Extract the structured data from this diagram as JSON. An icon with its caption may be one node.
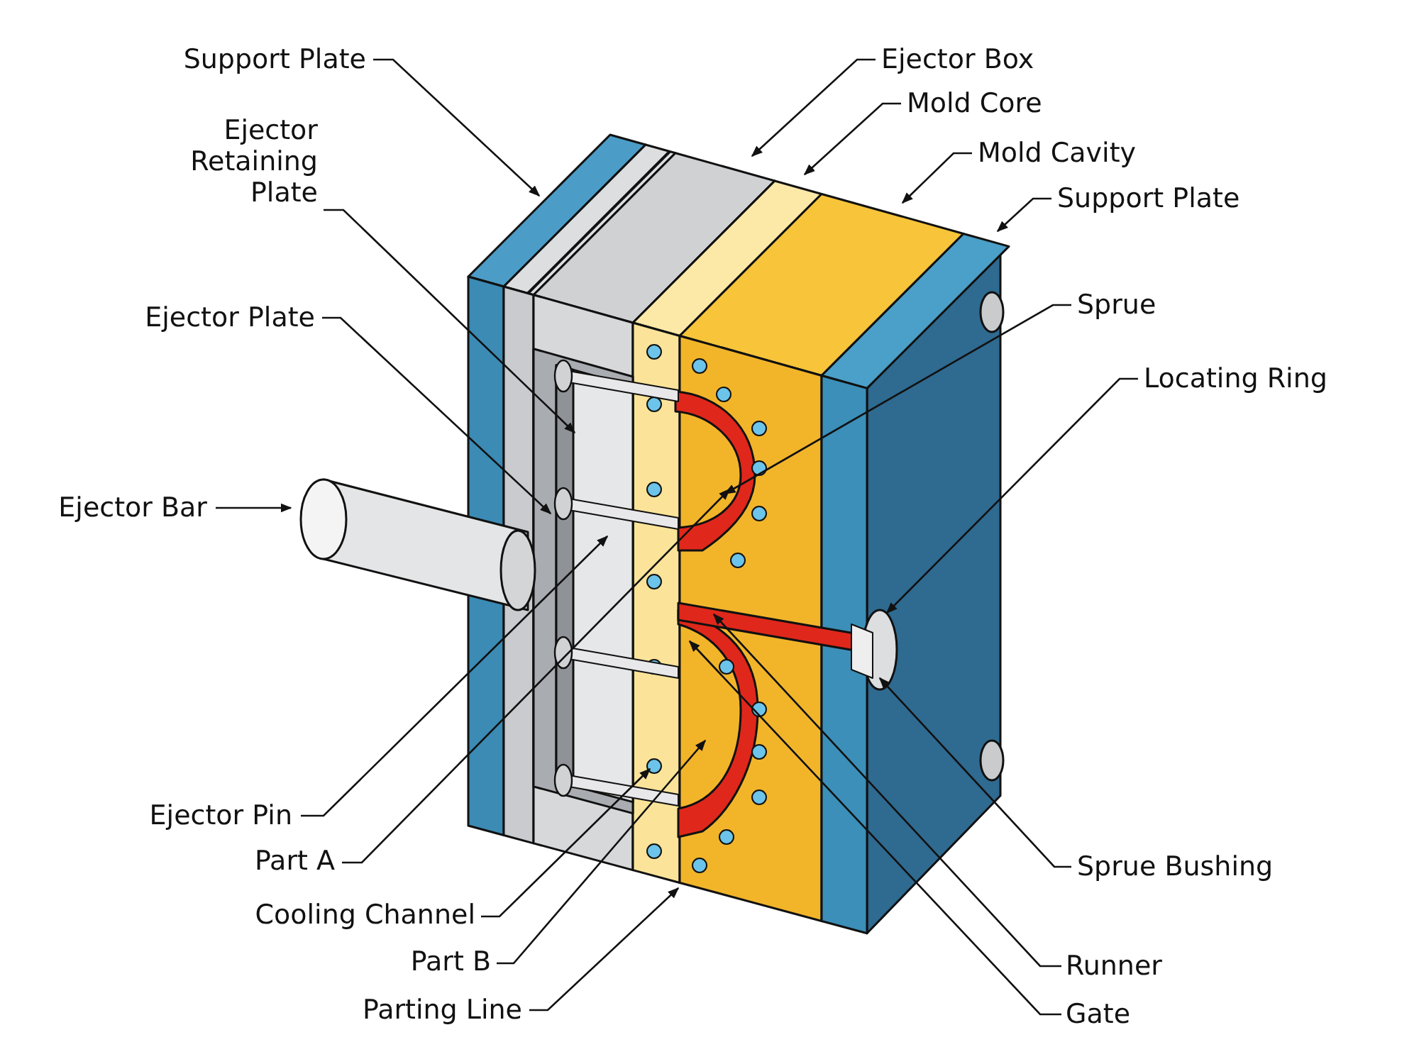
{
  "diagram": {
    "nodes": [
      {
        "text": [
          "Support Plate"
        ]
      },
      {
        "text": [
          "Ejector Box"
        ]
      },
      {
        "text": [
          "Mold Core"
        ]
      },
      {
        "text": [
          "Mold Cavity"
        ]
      },
      {
        "text": [
          "Ejector Retaining Plate"
        ]
      },
      {
        "text": [
          "Support Plate"
        ]
      },
      {
        "text": [
          "Sprue"
        ]
      },
      {
        "text": [
          "Ejector Plate"
        ]
      },
      {
        "text": [
          "Locating Ring"
        ]
      },
      {
        "text": [
          "Ejector Bar"
        ]
      },
      {
        "text": [
          "Ejector Pin"
        ]
      },
      {
        "text": [
          "Part A"
        ]
      },
      {
        "text": [
          "Sprue Bushing"
        ]
      },
      {
        "text": [
          "Cooling Channel"
        ]
      },
      {
        "text": [
          "Part B"
        ]
      },
      {
        "text": [
          "Runner"
        ]
      },
      {
        "text": [
          "Parting Line"
        ]
      },
      {
        "text": [
          "Gate"
        ]
      }
    ],
    "edges": [
      {
        "from": 0,
        "to": null,
        "arrow": "to"
      },
      {
        "from": 1,
        "to": null,
        "arrow": "to"
      },
      {
        "from": 2,
        "to": null,
        "arrow": "to"
      },
      {
        "from": 3,
        "to": null,
        "arrow": "to"
      },
      {
        "from": 4,
        "to": null,
        "arrow": "to"
      },
      {
        "from": 5,
        "to": null,
        "arrow": "to"
      },
      {
        "from": 6,
        "to": null,
        "arrow": "to"
      },
      {
        "from": 7,
        "to": null,
        "arrow": "to"
      },
      {
        "from": 8,
        "to": null,
        "arrow": "to"
      },
      {
        "from": 9,
        "to": null,
        "arrow": "to"
      },
      {
        "from": 10,
        "to": null,
        "arrow": "to"
      },
      {
        "from": 11,
        "to": null,
        "arrow": "to"
      },
      {
        "from": 12,
        "to": null,
        "arrow": "to"
      },
      {
        "from": 13,
        "to": null,
        "arrow": "to"
      },
      {
        "from": 14,
        "to": null,
        "arrow": "to"
      },
      {
        "from": 15,
        "to": null,
        "arrow": "to"
      },
      {
        "from": 16,
        "to": null,
        "arrow": "to"
      },
      {
        "from": 17,
        "to": null,
        "arrow": "to"
      }
    ]
  }
}
